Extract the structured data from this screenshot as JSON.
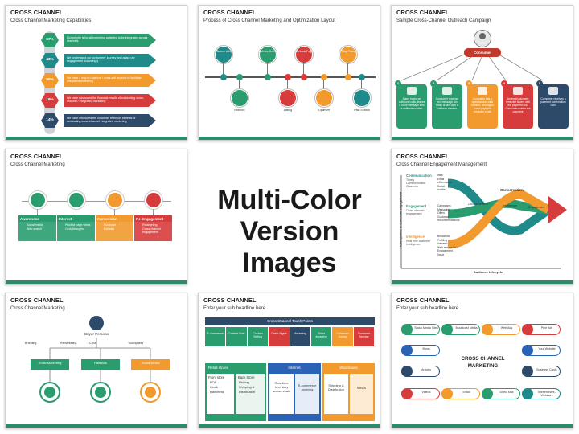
{
  "center": {
    "line1": "Multi-Color",
    "line2": "Version Images"
  },
  "colors": {
    "green": "#2a9d6f",
    "teal": "#1e8a8a",
    "orange": "#f29a2e",
    "red": "#d63c3c",
    "blue": "#2a63b5",
    "navy": "#2e4a6b",
    "gray": "#5a6470",
    "purple": "#7a3e9d"
  },
  "s1": {
    "title": "CROSS CHANNEL",
    "sub": "Cross Channel Marketing Capabilities",
    "rows": [
      {
        "pct": "67%",
        "text": "Our priority is for all marketing activities to be integrated across channels"
      },
      {
        "pct": "43%",
        "text": "We understand our customers' journey and adapt our engagement accordingly"
      },
      {
        "pct": "90%",
        "text": "We have a way to optimize / cross-sell aspects to facilitate integrated marketing"
      },
      {
        "pct": "19%",
        "text": "We have measured the financial results of conducting cross-channel / integrated marketing"
      },
      {
        "pct": "14%",
        "text": "We have measured the customer retention benefits of conducting cross-channel integrated marketing"
      }
    ]
  },
  "s2": {
    "title": "CROSS CHANNEL",
    "sub": "Process of Cross Channel Marketing and Optimization Layout",
    "top": [
      "Banner Ads",
      "Website Online",
      "Facebook Pages",
      "Blog Posts"
    ],
    "bottom": [
      "Network",
      "Listing",
      "Optimize",
      "Paid Search"
    ]
  },
  "s3": {
    "title": "CROSS CHANNEL",
    "sub": "Sample Cross-Channel Outreach Campaign",
    "hub": "Consumer",
    "steps": [
      {
        "n": "1",
        "text": "Agent invest on outbound calls, leaves a voice message with a callback number"
      },
      {
        "n": "2",
        "text": "Consumer receives text message. An email is sent with a callback number"
      },
      {
        "n": "3",
        "text": "Consumer has a question and calls number, who again has a payment reminder email"
      },
      {
        "n": "4",
        "text": "An email payment reminder is sent with the payment link. Consumer makes the payment"
      },
      {
        "n": "5",
        "text": "Consumer receives a payment confirmation SMS"
      }
    ]
  },
  "s4": {
    "title": "CROSS CHANNEL",
    "sub": "Cross Channel Marketing",
    "stages": [
      {
        "name": "Awareness",
        "items": [
          "Social media",
          "Web search"
        ]
      },
      {
        "name": "Interest",
        "items": [
          "Product page views",
          "Click-throughs"
        ]
      },
      {
        "name": "Conversion",
        "items": [
          "Purchase",
          "Exit rate"
        ]
      },
      {
        "name": "Re-Engagement",
        "items": [
          "Retargeting",
          "Cross channel engagement"
        ]
      }
    ]
  },
  "s5": {
    "title": "CROSS CHANNEL",
    "sub": "Cross Channel Engagement Management",
    "yaxis": "Touchpoints of customer engagement",
    "xaxis": "Audience Lifecycle",
    "left": [
      {
        "name": "Communication",
        "desc": "Timely Communication Channels",
        "items": [
          "Web",
          "Email",
          "eCommerce",
          "Social",
          "mobile"
        ]
      },
      {
        "name": "Engagement",
        "desc": "Cross channel engagement",
        "items": [
          "Campaigns",
          "Messaging",
          "Offers",
          "Guidance",
          "Recommendations"
        ]
      },
      {
        "name": "Intelligence",
        "desc": "Real time customer intelligence",
        "items": [
          "Behavioral",
          "Profiling",
          "Interests",
          "Web and social",
          "Engagement",
          "Value"
        ]
      }
    ],
    "flow": [
      "Conversation",
      "Communication",
      "Intelligence",
      "Engagement"
    ]
  },
  "s6": {
    "title": "CROSS CHANNEL",
    "sub": "Cross Channel Marketing",
    "root": "Buyer Persona",
    "branches": [
      "Branding",
      "Remarketing",
      "CRM",
      "Touchpoints"
    ],
    "leaves": [
      "Email Marketing",
      "Paid Ads",
      "Social Media"
    ]
  },
  "s7": {
    "title": "CROSS CHANNEL",
    "sub": "Enter your sub headline here",
    "header": "Cross Channel Touch Points",
    "touch": [
      "E-commerce",
      "Content Aisle",
      "Custom Selling",
      "Order Mgmt",
      "Marketing",
      "Sales incentive",
      "Customer Survey",
      "Customer Service"
    ],
    "retail": "Retail stores",
    "front": {
      "name": "Front store",
      "items": [
        "POS",
        "Kiosk",
        "Handheld"
      ]
    },
    "back": {
      "name": "Back Store",
      "items": [
        "Picking",
        "Shipping &",
        "Distribution"
      ]
    },
    "internet": "Internet",
    "realtime": "Real-time Inventory across chain",
    "ecom": "E-commerce ordering",
    "warehouse": "Warehouse",
    "ship": "Shipping & Distribution",
    "wms": "WMS"
  },
  "s8": {
    "title": "CROSS CHANNEL",
    "sub": "Enter your sub headline here",
    "center": "CROSS CHANNEL MARKETING",
    "items": [
      "Social Media Sites",
      "Broadcast Media",
      "Web Ads",
      "Print Ads",
      "Blogs",
      "Your Website",
      "Articles",
      "Business Cards",
      "Videos",
      "Email",
      "Direct Mail",
      "Teleseminars / Webinars"
    ]
  }
}
